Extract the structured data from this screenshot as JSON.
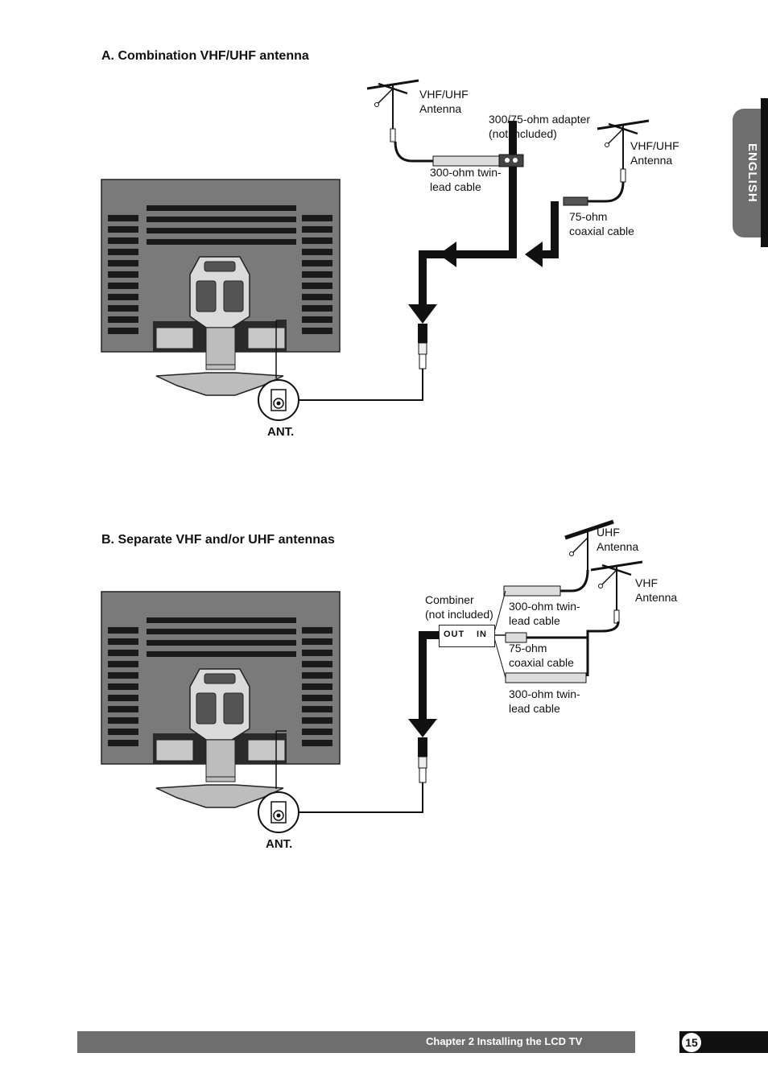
{
  "section_a": {
    "heading": "A. Combination VHF/UHF antenna",
    "labels": {
      "vhf_uhf_antenna_1": "VHF/UHF\nAntenna",
      "adapter": "300/75-ohm adapter\n(not included)",
      "vhf_uhf_antenna_2": "VHF/UHF\nAntenna",
      "twin_lead": "300-ohm twin-\nlead cable",
      "coaxial": "75-ohm\ncoaxial cable",
      "ant": "ANT."
    }
  },
  "section_b": {
    "heading": "B. Separate VHF and/or UHF antennas",
    "labels": {
      "uhf_antenna": "UHF\nAntenna",
      "vhf_antenna": "VHF\nAntenna",
      "combiner": "Combiner\n(not included)",
      "combiner_out": "OUT",
      "combiner_in": "IN",
      "twin_lead_1": "300-ohm twin-\nlead cable",
      "coaxial": "75-ohm\ncoaxial cable",
      "twin_lead_2": "300-ohm twin-\nlead cable",
      "ant": "ANT."
    }
  },
  "side_tab": {
    "language": "ENGLISH"
  },
  "footer": {
    "chapter": "Chapter 2 Installing the LCD TV",
    "page_number": "15"
  }
}
